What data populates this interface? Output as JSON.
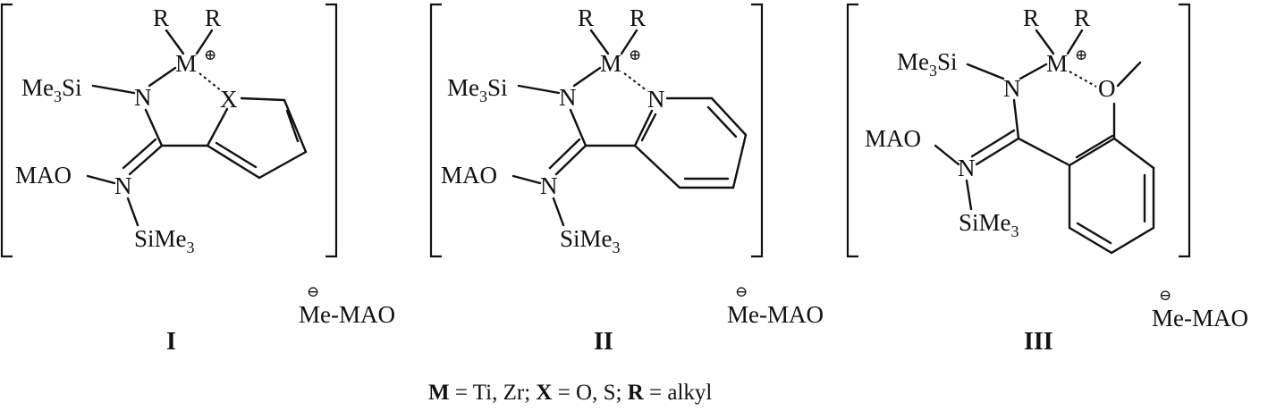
{
  "structures": [
    {
      "label": "I",
      "metal": "M",
      "charge": "⊕",
      "r1": "R",
      "r2": "R",
      "nitrogen": "N",
      "heteroatom": "X",
      "trimethylsilyl_left": "Me",
      "trimethylsilyl_left_sub": "3",
      "trimethylsilyl_left_si": "Si",
      "mao_oxime": "MAO",
      "oxime_n": "N",
      "silyl_bottom": "SiMe",
      "silyl_bottom_sub": "3",
      "anion_charge": "⊖",
      "anion": "Me-MAO"
    },
    {
      "label": "II",
      "metal": "M",
      "charge": "⊕",
      "r1": "R",
      "r2": "R",
      "nitrogen": "N",
      "heteroatom": "N",
      "trimethylsilyl_left": "Me",
      "trimethylsilyl_left_sub": "3",
      "trimethylsilyl_left_si": "Si",
      "mao_oxime": "MAO",
      "oxime_n": "N",
      "silyl_bottom": "SiMe",
      "silyl_bottom_sub": "3",
      "anion_charge": "⊖",
      "anion": "Me-MAO"
    },
    {
      "label": "III",
      "metal": "M",
      "charge": "⊕",
      "r1": "R",
      "r2": "R",
      "nitrogen": "N",
      "heteroatom": "O",
      "trimethylsilyl_left": "Me",
      "trimethylsilyl_left_sub": "3",
      "trimethylsilyl_left_si": "Si",
      "mao_oxime": "MAO",
      "oxime_n": "N",
      "silyl_bottom": "SiMe",
      "silyl_bottom_sub": "3",
      "anion_charge": "⊖",
      "anion": "Me-MAO"
    }
  ],
  "legend": {
    "m_symbol": "M",
    "m_values": " = Ti, Zr; ",
    "x_symbol": "X",
    "x_values": " = O, S; ",
    "r_symbol": "R",
    "r_values": " = alkyl"
  }
}
